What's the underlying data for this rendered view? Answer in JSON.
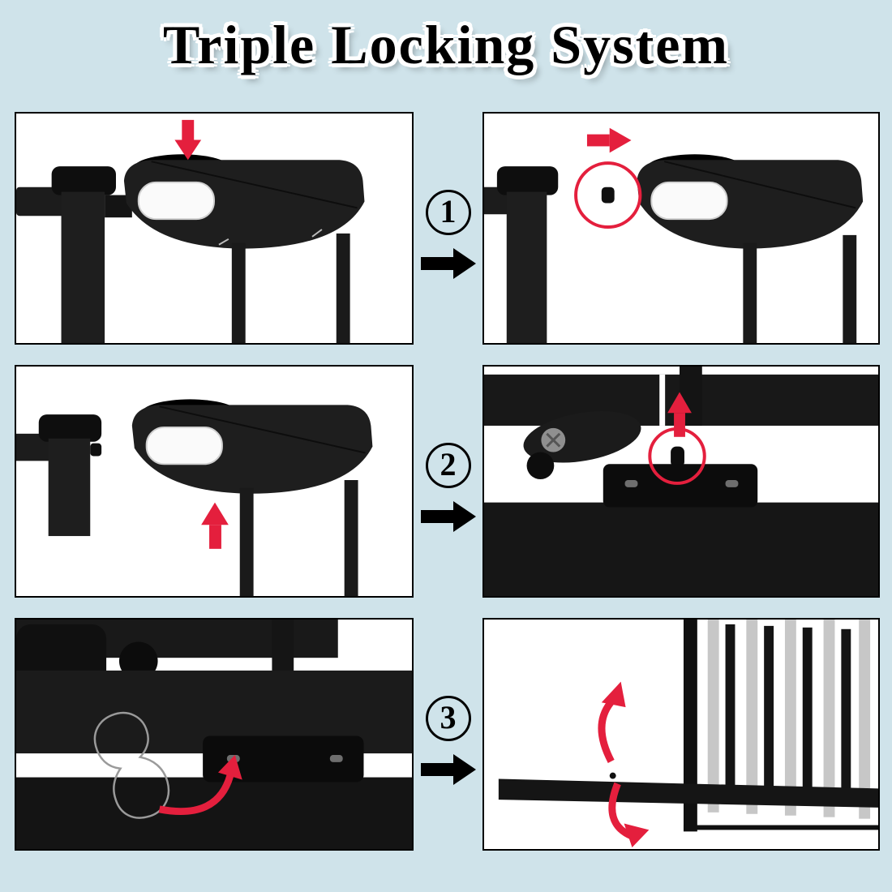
{
  "title": "Triple Locking System",
  "colors": {
    "background": "#cfe3ea",
    "panel_background": "#ffffff",
    "panel_border": "#000000",
    "gate_black": "#1a1a1a",
    "fixed_gate_gray": "#c7c7c7",
    "handle_button_white": "#fafafa",
    "highlight_red": "#e41f3d",
    "step_arrow_black": "#000000"
  },
  "steps": [
    {
      "number": "1",
      "left_illustration": "press-handle-down",
      "right_illustration": "slide-safety-latch-right",
      "icons": [
        "down-arrow-icon",
        "right-arrow-icon",
        "highlight-circle-icon"
      ]
    },
    {
      "number": "2",
      "left_illustration": "lift-handle-up",
      "right_illustration": "bottom-latch-pin-release",
      "icons": [
        "up-arrow-icon",
        "highlight-circle-icon"
      ]
    },
    {
      "number": "3",
      "left_illustration": "flip-bottom-floor-latch",
      "right_illustration": "gate-swings-open-both-ways",
      "icons": [
        "rotate-arrow-icon",
        "swing-open-arrow-icon",
        "swing-close-arrow-icon"
      ]
    }
  ]
}
